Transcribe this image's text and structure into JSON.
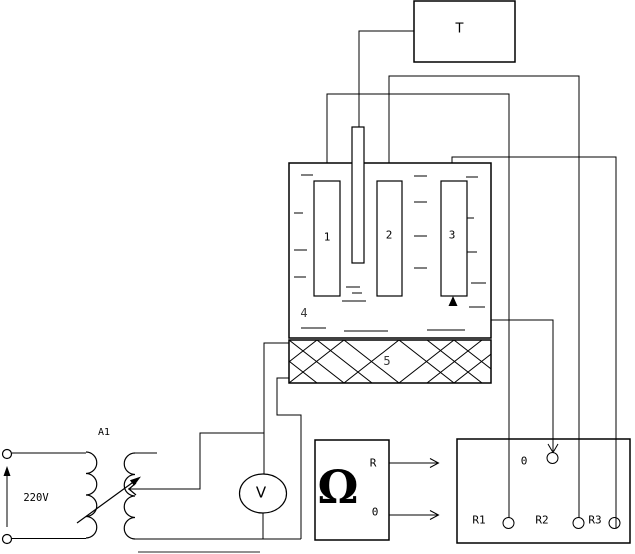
{
  "temperature_controller": {
    "label": "T"
  },
  "cell": {
    "label": "4",
    "electrodes": [
      {
        "label": "1"
      },
      {
        "label": "2"
      },
      {
        "label": "3"
      }
    ]
  },
  "heater": {
    "label": "5"
  },
  "power": {
    "mains_label": "220V",
    "transformer_label": "A1"
  },
  "voltmeter": {
    "label": "V"
  },
  "ohmmeter": {
    "symbol": "Ω",
    "output_r_label": "R",
    "output_0_label": "0"
  },
  "terminal_box": {
    "common_label": "0",
    "terminal_labels": [
      "R1",
      "R2",
      "R3"
    ]
  },
  "colors": {
    "line": "#000000",
    "baseline_grey": "#909090",
    "background": "#ffffff"
  }
}
